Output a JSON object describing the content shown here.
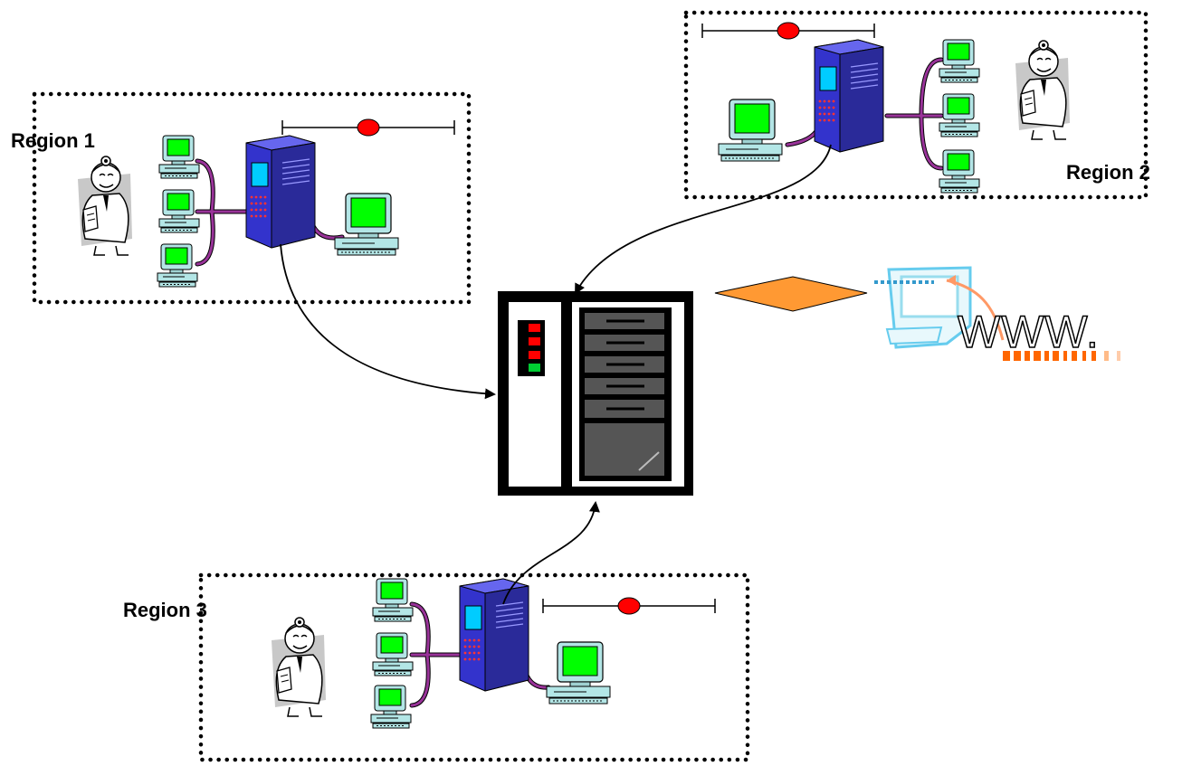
{
  "regions": [
    {
      "id": "region-1",
      "label": "Region 1"
    },
    {
      "id": "region-2",
      "label": "Region 2"
    },
    {
      "id": "region-3",
      "label": "Region 3"
    }
  ],
  "internet": {
    "label": "WWW."
  },
  "icons": [
    "doctor-icon",
    "workstation-icon",
    "regional-server-icon",
    "central-server-rack-icon",
    "database-link-icon",
    "firewall-diamond-icon",
    "internet-computer-icon"
  ],
  "colors": {
    "screen": "#00ff00",
    "server": "#3333cc",
    "cable": "#993399",
    "monitor_body": "#b3e6e6",
    "firewall": "#ff9933",
    "link_dot": "#ff0000",
    "internet_stripes": "#ff6600"
  }
}
